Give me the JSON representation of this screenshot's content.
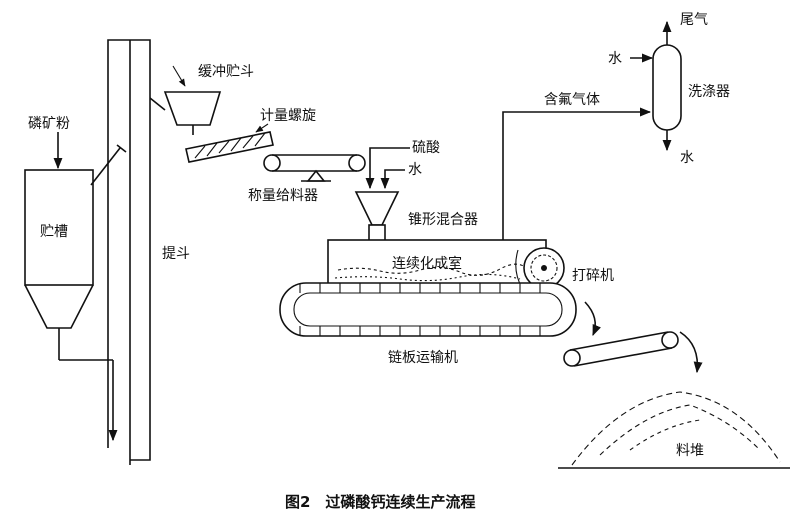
{
  "labels": {
    "phosphate_powder": "磷矿粉",
    "storage_tank": "贮槽",
    "elevator": "提斗",
    "buffer_hopper": "缓冲贮斗",
    "metering_screw": "计量螺旋",
    "weigh_feeder": "称量给料器",
    "sulfuric_acid": "硫酸",
    "water_mixer": "水",
    "cone_mixer": "锥形混合器",
    "continuous_chamber": "连续化成室",
    "crusher": "打碎机",
    "chain_conveyor": "链板运输机",
    "fluorine_gas": "含氟气体",
    "scrubber": "洗涤器",
    "tail_gas": "尾气",
    "water_in": "水",
    "water_out": "水",
    "pile": "料堆"
  },
  "caption": "图2　过磷酸钙连续生产流程"
}
